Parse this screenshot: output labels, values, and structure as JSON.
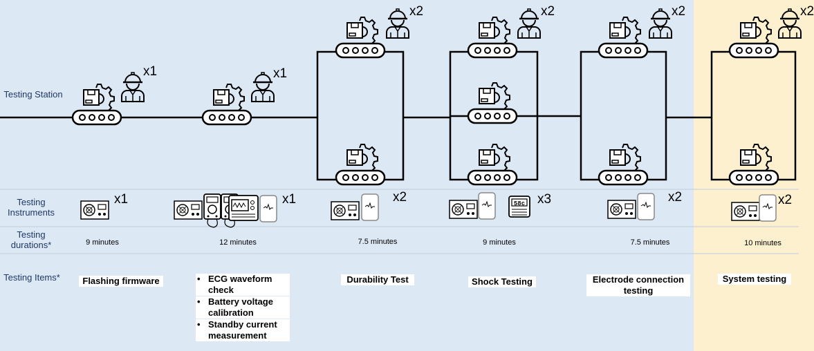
{
  "row_labels": {
    "station": "Testing Station",
    "instruments": "Testing Instruments",
    "durations": "Testing durations*",
    "items": "Testing Items*"
  },
  "stations": [
    {
      "operators": "x1",
      "instruments": "x1",
      "duration": "9 minutes",
      "item": "Flashing firmware"
    },
    {
      "operators": "x1",
      "instruments": "x1",
      "duration": "12 minutes",
      "subitems": [
        "ECG waveform check",
        "Battery voltage calibration",
        "Standby current measurement"
      ]
    },
    {
      "operators": "x2",
      "instruments": "x2",
      "duration": "7.5 minutes",
      "item": "Durability Test"
    },
    {
      "operators": "x2",
      "instruments": "x3",
      "duration": "9 minutes",
      "item": "Shock Testing"
    },
    {
      "operators": "x2",
      "instruments": "x2",
      "duration": "7.5 minutes",
      "item": "Electrode connection testing"
    },
    {
      "operators": "x2",
      "instruments": "x2",
      "duration": "10 minutes",
      "item": "System testing"
    }
  ],
  "colors": {
    "background_blue": "#dde8f5",
    "background_yellow": "#fdf0cf",
    "label_text": "#1f3864",
    "line": "#000000"
  },
  "icons": [
    "conveyor-station-icon",
    "worker-icon",
    "power-supply-icon",
    "multimeter-icon",
    "oscilloscope-icon",
    "ecg-device-icon",
    "digital-meter-icon"
  ]
}
